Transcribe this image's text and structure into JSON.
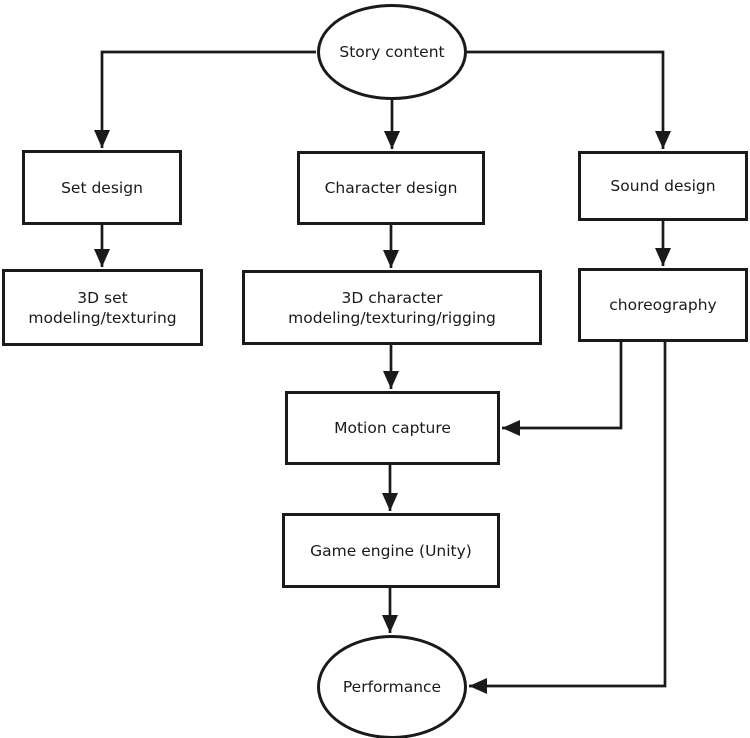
{
  "diagram": {
    "background_color": "#ffffff",
    "stroke_color": "#1a1a1a",
    "nodes": [
      {
        "id": "story-content",
        "shape": "ellipse",
        "label": "Story content"
      },
      {
        "id": "set-design",
        "shape": "rect",
        "label": "Set design"
      },
      {
        "id": "character-design",
        "shape": "rect",
        "label": "Character design"
      },
      {
        "id": "sound-design",
        "shape": "rect",
        "label": "Sound design"
      },
      {
        "id": "3d-set-modeling-texturing",
        "shape": "rect",
        "label": "3D set modeling/texturing",
        "lines": [
          "3D set",
          "modeling/texturing"
        ]
      },
      {
        "id": "3d-character-modeling-texturing-rigging",
        "shape": "rect",
        "label": "3D character modeling/texturing/rigging",
        "lines": [
          "3D character",
          "modeling/texturing/rigging"
        ]
      },
      {
        "id": "choreography",
        "shape": "rect",
        "label": "choreography"
      },
      {
        "id": "motion-capture",
        "shape": "rect",
        "label": "Motion capture"
      },
      {
        "id": "game-engine-unity",
        "shape": "rect",
        "label": "Game engine (Unity)"
      },
      {
        "id": "performance",
        "shape": "ellipse",
        "label": "Performance"
      }
    ],
    "edges": [
      {
        "from": "story-content",
        "to": "set-design"
      },
      {
        "from": "story-content",
        "to": "character-design"
      },
      {
        "from": "story-content",
        "to": "sound-design"
      },
      {
        "from": "set-design",
        "to": "3d-set-modeling-texturing"
      },
      {
        "from": "character-design",
        "to": "3d-character-modeling-texturing-rigging"
      },
      {
        "from": "sound-design",
        "to": "choreography"
      },
      {
        "from": "3d-character-modeling-texturing-rigging",
        "to": "motion-capture"
      },
      {
        "from": "choreography",
        "to": "motion-capture"
      },
      {
        "from": "motion-capture",
        "to": "game-engine-unity"
      },
      {
        "from": "game-engine-unity",
        "to": "performance"
      },
      {
        "from": "choreography",
        "to": "performance"
      }
    ]
  }
}
